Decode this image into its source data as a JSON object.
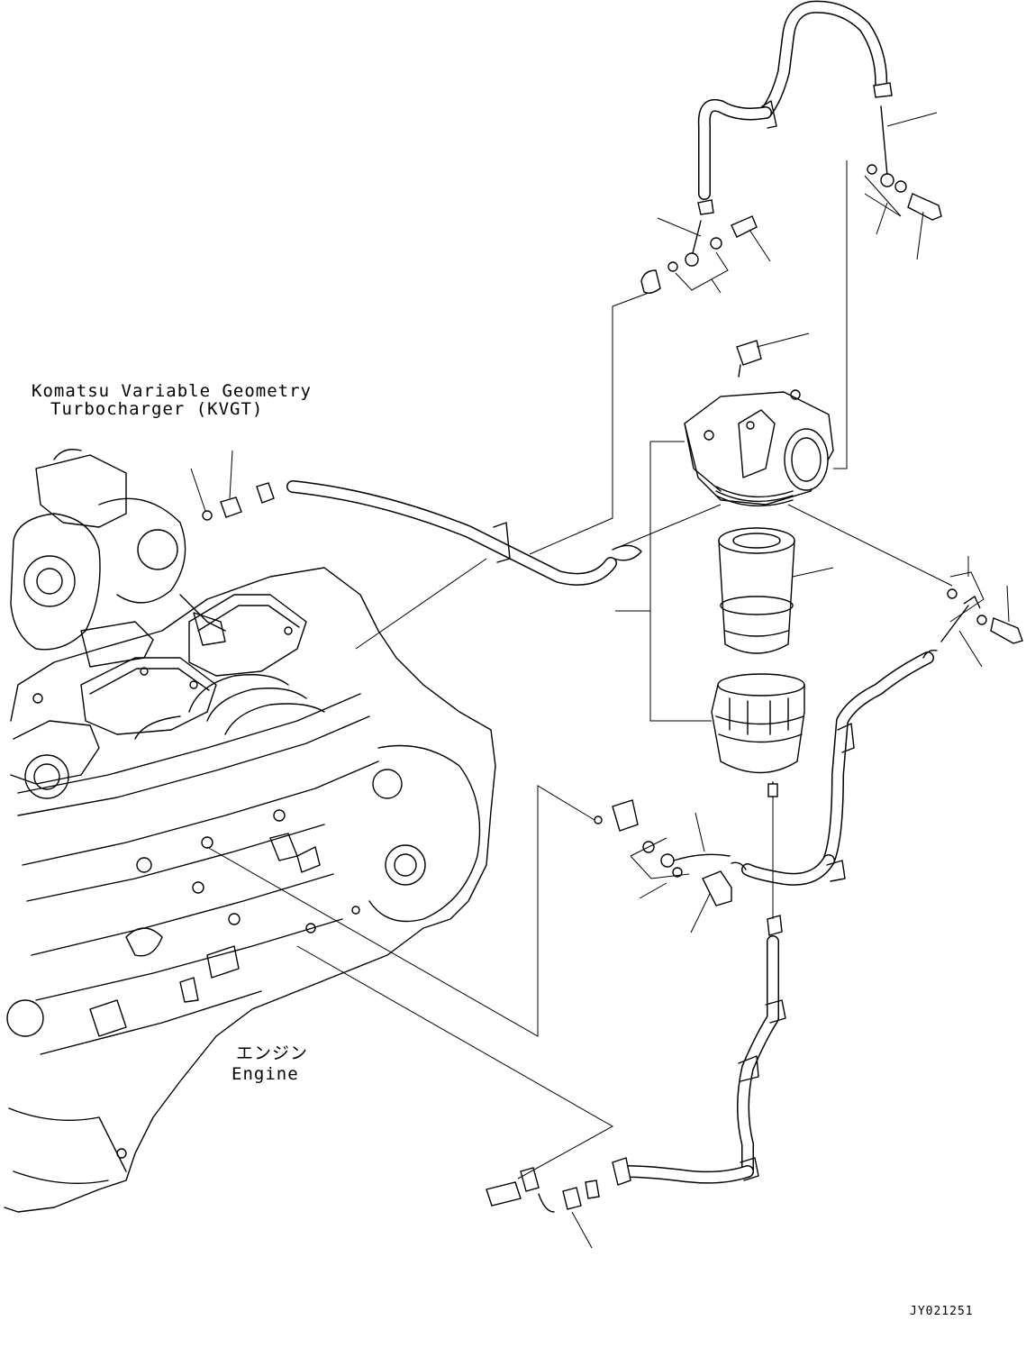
{
  "labels": {
    "kvgt_line1": "Komatsu Variable Geometry",
    "kvgt_line2": "Turbocharger (KVGT)",
    "engine_jp": "エンジン",
    "engine_en": "Engine",
    "drawing_code": "JY021251"
  }
}
